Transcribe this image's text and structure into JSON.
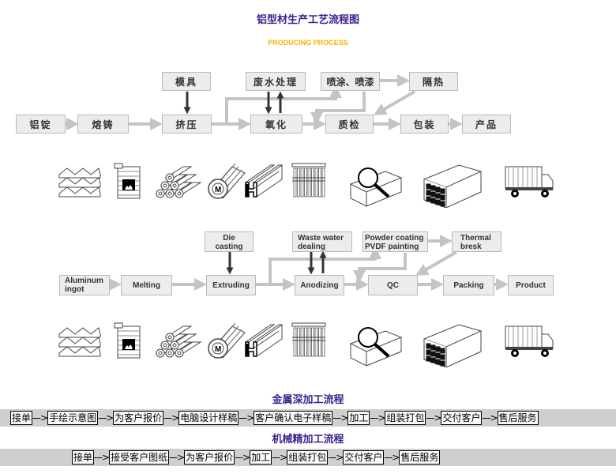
{
  "header": {
    "title": "铝型材生产工艺流程图",
    "subtitle": "PRODUCING PROCESS"
  },
  "zh_flow": {
    "aluminum_ingot": "铝锭",
    "melting": "熔铸",
    "extruding": "挤压",
    "anodizing": "氧化",
    "qc": "质检",
    "packing": "包装",
    "product": "产品",
    "die": "模具",
    "waste_water": "废水处理",
    "coating": "喷涂、喷漆",
    "thermal": "隔热"
  },
  "en_flow": {
    "aluminum_ingot": "Aluminum\ningot",
    "melting": "Melting",
    "extruding": "Extruding",
    "anodizing": "Anodizing",
    "qc": "QC",
    "packing": "Packing",
    "product": "Product",
    "die": "Die\ncasting",
    "waste_water": "Waste water\ndealing",
    "coating": "Powder coating\nPVDF painting",
    "thermal": "Thermal\nbresk"
  },
  "icons": [
    "ingot-stack-icon",
    "furnace-icon",
    "pipes-icon",
    "extrusion-die-icon",
    "profile-beam-icon",
    "rack-icon",
    "inspection-icon",
    "packed-box-icon",
    "truck-icon"
  ],
  "metal_process": {
    "title": "金属深加工流程",
    "separator": "--->",
    "steps": [
      "接单",
      "手绘示意图",
      "为客户报价",
      "电脑设计样稿",
      "客户确认电子样稿",
      "加工",
      "组装打包",
      "交付客户",
      "售后服务"
    ]
  },
  "machine_process": {
    "title": "机械精加工流程",
    "separator": "--->",
    "steps": [
      "接单",
      "接受客户图纸",
      "为客户报价",
      "加工",
      "组装打包",
      "交付客户",
      "售后服务"
    ]
  },
  "colors": {
    "title": "#3b1f8e",
    "subtitle": "#f0b400",
    "arrow": "#c4c4c4",
    "box_fill": "#ececec",
    "dark_arrow": "#333333"
  }
}
